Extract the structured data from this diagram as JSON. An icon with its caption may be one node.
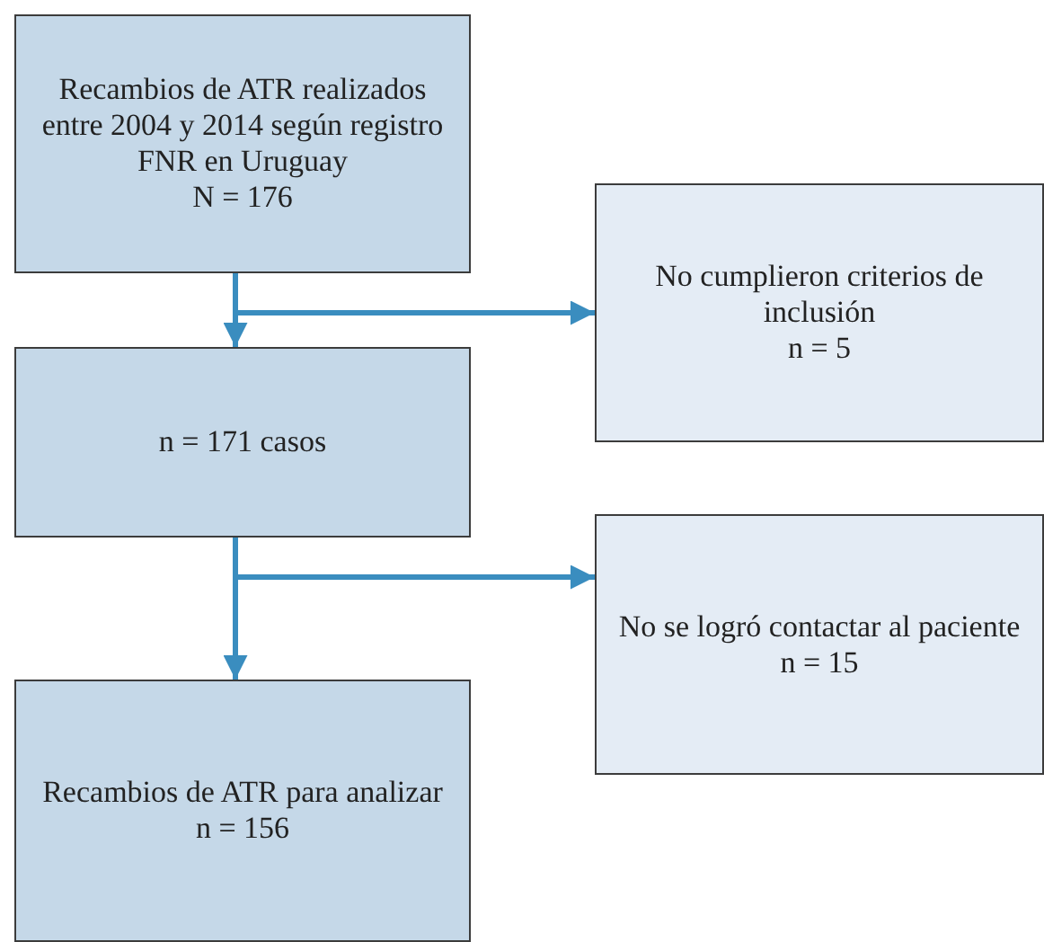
{
  "diagram": {
    "nodes": [
      {
        "text": [
          "Recambios de ATR realizados entre 2004 y 2014 según registro FNR en Uruguay",
          "N = 176"
        ]
      },
      {
        "text": [
          "No cumplieron criterios de inclusión",
          "n = 5"
        ]
      },
      {
        "text": [
          "n = 171 casos"
        ]
      },
      {
        "text": [
          "No se logró contactar al paciente",
          "n = 15"
        ]
      },
      {
        "text": [
          "Recambios de ATR para analizar",
          "n = 156"
        ]
      }
    ],
    "edges": [
      {
        "from": 0,
        "to": 2,
        "arrow": "to"
      },
      {
        "from": 0,
        "to": 1,
        "arrow": "to"
      },
      {
        "from": 2,
        "to": 4,
        "arrow": "to"
      },
      {
        "from": 2,
        "to": 3,
        "arrow": "to"
      }
    ]
  }
}
